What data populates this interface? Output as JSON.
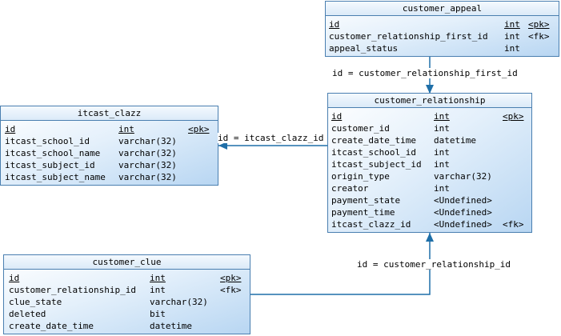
{
  "entities": {
    "customer_appeal": {
      "title": "customer_appeal",
      "rows": [
        {
          "name": "id",
          "type": "int",
          "key": "<pk>"
        },
        {
          "name": "customer_relationship_first_id",
          "type": "int",
          "key": "<fk>"
        },
        {
          "name": "appeal_status",
          "type": "int",
          "key": ""
        }
      ]
    },
    "customer_relationship": {
      "title": "customer_relationship",
      "rows": [
        {
          "name": "id",
          "type": "int",
          "key": "<pk>"
        },
        {
          "name": "customer_id",
          "type": "int",
          "key": ""
        },
        {
          "name": "create_date_time",
          "type": "datetime",
          "key": ""
        },
        {
          "name": "itcast_school_id",
          "type": "int",
          "key": ""
        },
        {
          "name": "itcast_subject_id",
          "type": "int",
          "key": ""
        },
        {
          "name": "origin_type",
          "type": "varchar(32)",
          "key": ""
        },
        {
          "name": "creator",
          "type": "int",
          "key": ""
        },
        {
          "name": "payment_state",
          "type": "<Undefined>",
          "key": ""
        },
        {
          "name": "payment_time",
          "type": "<Undefined>",
          "key": ""
        },
        {
          "name": "itcast_clazz_id",
          "type": "<Undefined>",
          "key": "<fk>"
        }
      ]
    },
    "itcast_clazz": {
      "title": "itcast_clazz",
      "rows": [
        {
          "name": "id",
          "type": "int",
          "key": "<pk>"
        },
        {
          "name": "itcast_school_id",
          "type": "varchar(32)",
          "key": ""
        },
        {
          "name": "itcast_school_name",
          "type": "varchar(32)",
          "key": ""
        },
        {
          "name": "itcast_subject_id",
          "type": "varchar(32)",
          "key": ""
        },
        {
          "name": "itcast_subject_name",
          "type": "varchar(32)",
          "key": ""
        }
      ]
    },
    "customer_clue": {
      "title": "customer_clue",
      "rows": [
        {
          "name": "id",
          "type": "int",
          "key": "<pk>"
        },
        {
          "name": "customer_relationship_id",
          "type": "int",
          "key": "<fk>"
        },
        {
          "name": "clue_state",
          "type": "varchar(32)",
          "key": ""
        },
        {
          "name": "deleted",
          "type": "bit",
          "key": ""
        },
        {
          "name": "create_date_time",
          "type": "datetime",
          "key": ""
        }
      ]
    }
  },
  "relationships": {
    "appeal_to_relationship": "id = customer_relationship_first_id",
    "relationship_to_clazz": "id = itcast_clazz_id",
    "clue_to_relationship": "id = customer_relationship_id"
  },
  "colors": {
    "line": "#1f6fa8",
    "border": "#4a7fb0"
  }
}
